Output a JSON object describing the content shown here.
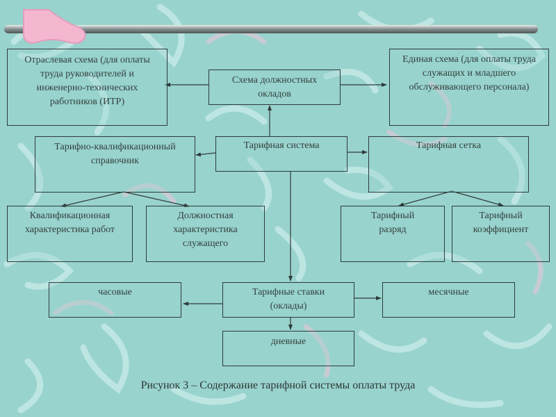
{
  "nodes": {
    "branch_scheme": "Отраслевая схема (для оплаты труда руководителей и инженерно-технических работников (ИТР)",
    "position_salary_scheme": "Схема должностных окладов",
    "unified_scheme": "Единая схема (для оплаты труда служащих и младшего обслуживающего персонала)",
    "tariff_handbook": "Тарифно-квалификационный справочник",
    "tariff_system": "Тарифная система",
    "tariff_grid": "Тарифная сетка",
    "qualification_characteristic": "Квалификационная характеристика работ",
    "position_characteristic": "Должностная характеристика служащего",
    "tariff_grade": "Тарифный разряд",
    "tariff_coefficient": "Тарифный коэффициент",
    "hourly": "часовые",
    "tariff_rates": "Тарифные ставки (оклады)",
    "monthly": "месячные",
    "daily": "дневные"
  },
  "caption": "Рисунок 3 – Содержание тарифной системы оплаты труда",
  "colors": {
    "background": "#99d3cd",
    "box_border": "#2d3a3a",
    "text": "#333f3f",
    "pattern_light": "#c9ecea",
    "pattern_pink": "#e8c6d7",
    "rail": "#7f8787",
    "rail_tab": "#f2b6cf"
  }
}
